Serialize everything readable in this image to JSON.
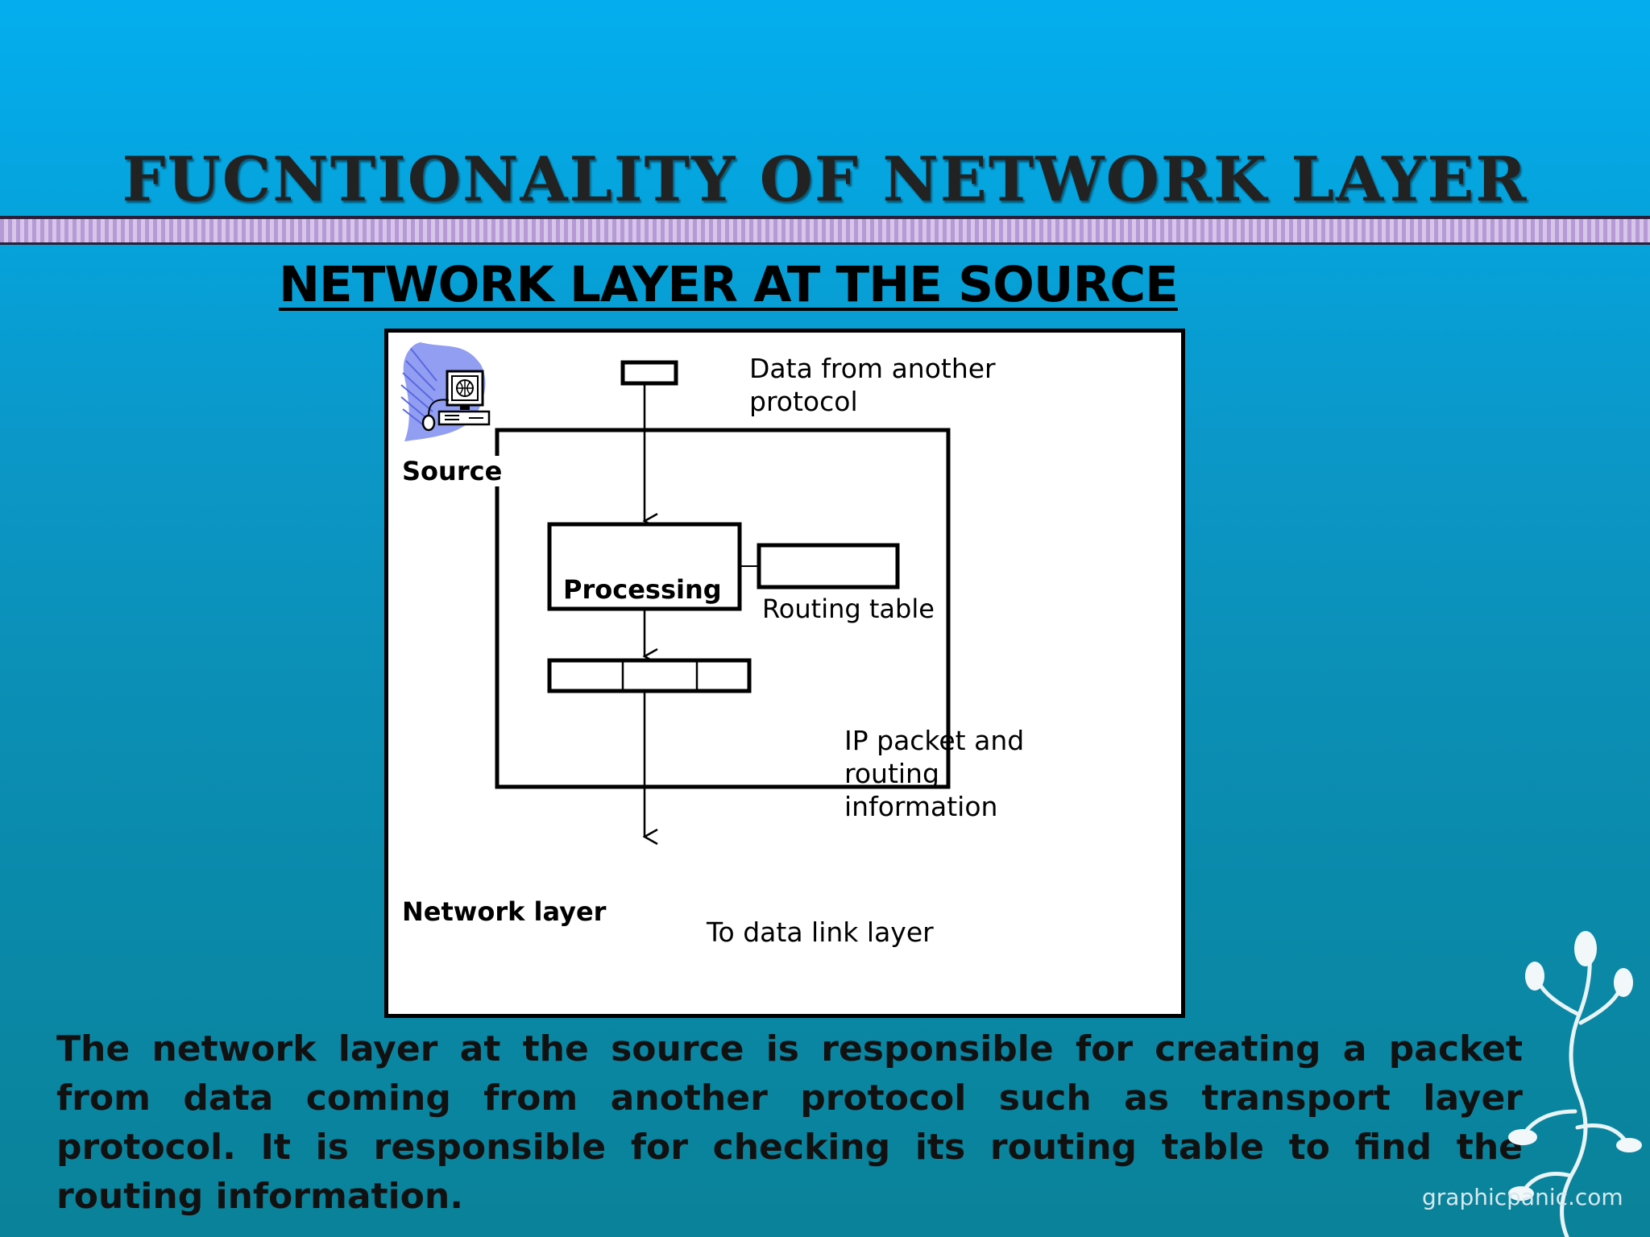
{
  "slide": {
    "title": "FUCNTIONALITY OF NETWORK LAYER",
    "heading": "NETWORK LAYER AT THE SOURCE",
    "description": "The network layer at the source is responsible for creating a packet from data coming from another protocol such as transport layer protocol. It is responsible for checking its routing table to find the routing information.",
    "watermark": "graphicpanic.com"
  },
  "diagram": {
    "source_label": "Source",
    "input_label_line1": "Data from another",
    "input_label_line2": "protocol",
    "processing_label": "Processing",
    "routing_table_label": "Routing table",
    "packet_label_line1": "IP packet and",
    "packet_label_line2": "routing",
    "packet_label_line3": "information",
    "network_layer_label": "Network layer",
    "output_label": "To data link layer",
    "computer_icon": "computer-icon"
  },
  "colors": {
    "background_top": "#04aeee",
    "background_bottom": "#0a8299",
    "stripe": "#b69ad6",
    "text": "#000000"
  }
}
